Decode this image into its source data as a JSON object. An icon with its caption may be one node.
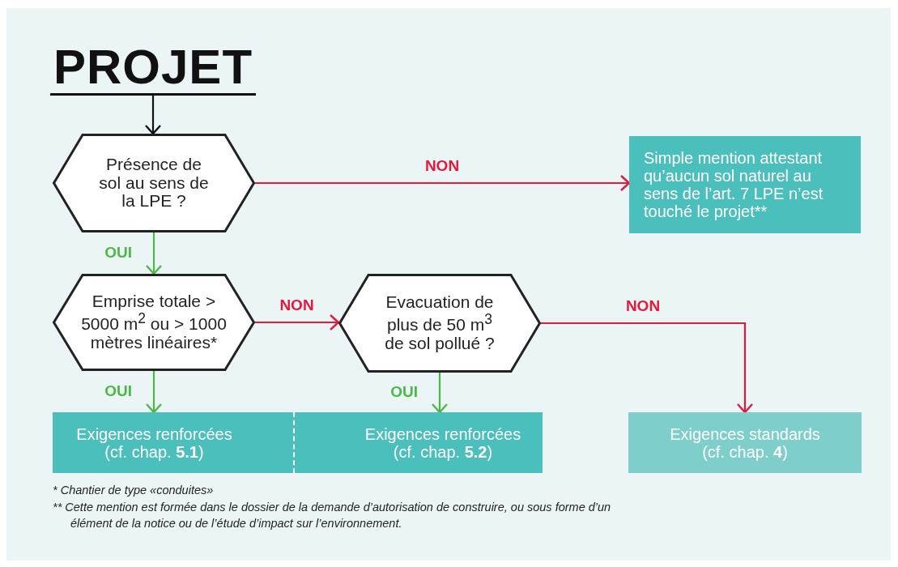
{
  "diagram": {
    "nodes": [
      {
        "text": [
          "PROJET"
        ]
      },
      {
        "text": [
          "Présence de sol au sens de la LPE ?"
        ]
      },
      {
        "text": [
          "Simple mention attestant qu’aucun sol naturel au sens de l’art. 7 LPE n’est touché le projet**"
        ]
      },
      {
        "text": [
          "Emprise totale > 5000 m$^{2}$ ou > 1000 mètres linéaires*"
        ]
      },
      {
        "text": [
          "Evacuation de plus de 50 m$^{3}$ de sol pollué ?"
        ]
      },
      {
        "text": [
          "Exigences renforcées (cf. chap. **5.1**)"
        ]
      },
      {
        "text": [
          "Exigences renforcées (cf. chap. **5.2**)"
        ]
      },
      {
        "text": [
          "Exigences standards (cf. chap. **4**)"
        ]
      }
    ],
    "edges": [
      {
        "from": 0,
        "to": 1,
        "arrow": "to",
        "color": "#111111"
      },
      {
        "from": 1,
        "to": 2,
        "arrow": "to",
        "label": "NON",
        "color": "#e8173c"
      },
      {
        "from": 1,
        "to": 3,
        "arrow": "to",
        "label": "OUI",
        "color": "#4db848"
      },
      {
        "from": 3,
        "to": 4,
        "arrow": "to",
        "label": "NON",
        "color": "#e8173c"
      },
      {
        "from": 3,
        "to": 5,
        "arrow": "to",
        "label": "OUI",
        "color": "#4db848"
      },
      {
        "from": 4,
        "to": 6,
        "arrow": "to",
        "label": "OUI",
        "color": "#4db848"
      },
      {
        "from": 4,
        "to": 7,
        "arrow": "to",
        "label": "NON",
        "color": "#e8173c"
      }
    ],
    "labels": [
      "* Chantier de type «conduites»",
      "** Cette mention est formée dans le dossier de la demande d’autorisation de construire, ou sous forme d’un élément de la notice ou de l’étude d’impact sur l’environnement."
    ]
  }
}
